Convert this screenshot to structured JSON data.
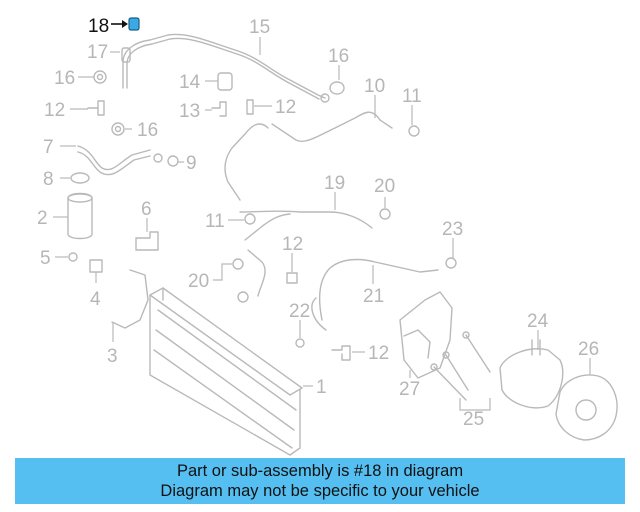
{
  "diagram": {
    "highlight_color": "#3aa9e6",
    "line_color": "#b9b9b9",
    "callouts": [
      {
        "id": "c18",
        "num": "18"
      },
      {
        "id": "c15",
        "num": "15"
      },
      {
        "id": "c17",
        "num": "17"
      },
      {
        "id": "c16a",
        "num": "16"
      },
      {
        "id": "c16b",
        "num": "16"
      },
      {
        "id": "c16c",
        "num": "16"
      },
      {
        "id": "c14",
        "num": "14"
      },
      {
        "id": "c10",
        "num": "10"
      },
      {
        "id": "c11a",
        "num": "11"
      },
      {
        "id": "c12a",
        "num": "12"
      },
      {
        "id": "c13",
        "num": "13"
      },
      {
        "id": "c12b",
        "num": "12"
      },
      {
        "id": "c7",
        "num": "7"
      },
      {
        "id": "c9",
        "num": "9"
      },
      {
        "id": "c8",
        "num": "8"
      },
      {
        "id": "c19",
        "num": "19"
      },
      {
        "id": "c20a",
        "num": "20"
      },
      {
        "id": "c2",
        "num": "2"
      },
      {
        "id": "c6",
        "num": "6"
      },
      {
        "id": "c11b",
        "num": "11"
      },
      {
        "id": "c23",
        "num": "23"
      },
      {
        "id": "c5",
        "num": "5"
      },
      {
        "id": "c12c",
        "num": "12"
      },
      {
        "id": "c4",
        "num": "4"
      },
      {
        "id": "c20b",
        "num": "20"
      },
      {
        "id": "c21",
        "num": "21"
      },
      {
        "id": "c22",
        "num": "22"
      },
      {
        "id": "c24",
        "num": "24"
      },
      {
        "id": "c26",
        "num": "26"
      },
      {
        "id": "c3",
        "num": "3"
      },
      {
        "id": "c12d",
        "num": "12"
      },
      {
        "id": "c1",
        "num": "1"
      },
      {
        "id": "c27",
        "num": "27"
      },
      {
        "id": "c25",
        "num": "25"
      }
    ]
  },
  "banner": {
    "line1": "Part or sub-assembly is #18 in diagram",
    "line2": "Diagram may not be specific to your vehicle",
    "background": "#55bff2"
  }
}
